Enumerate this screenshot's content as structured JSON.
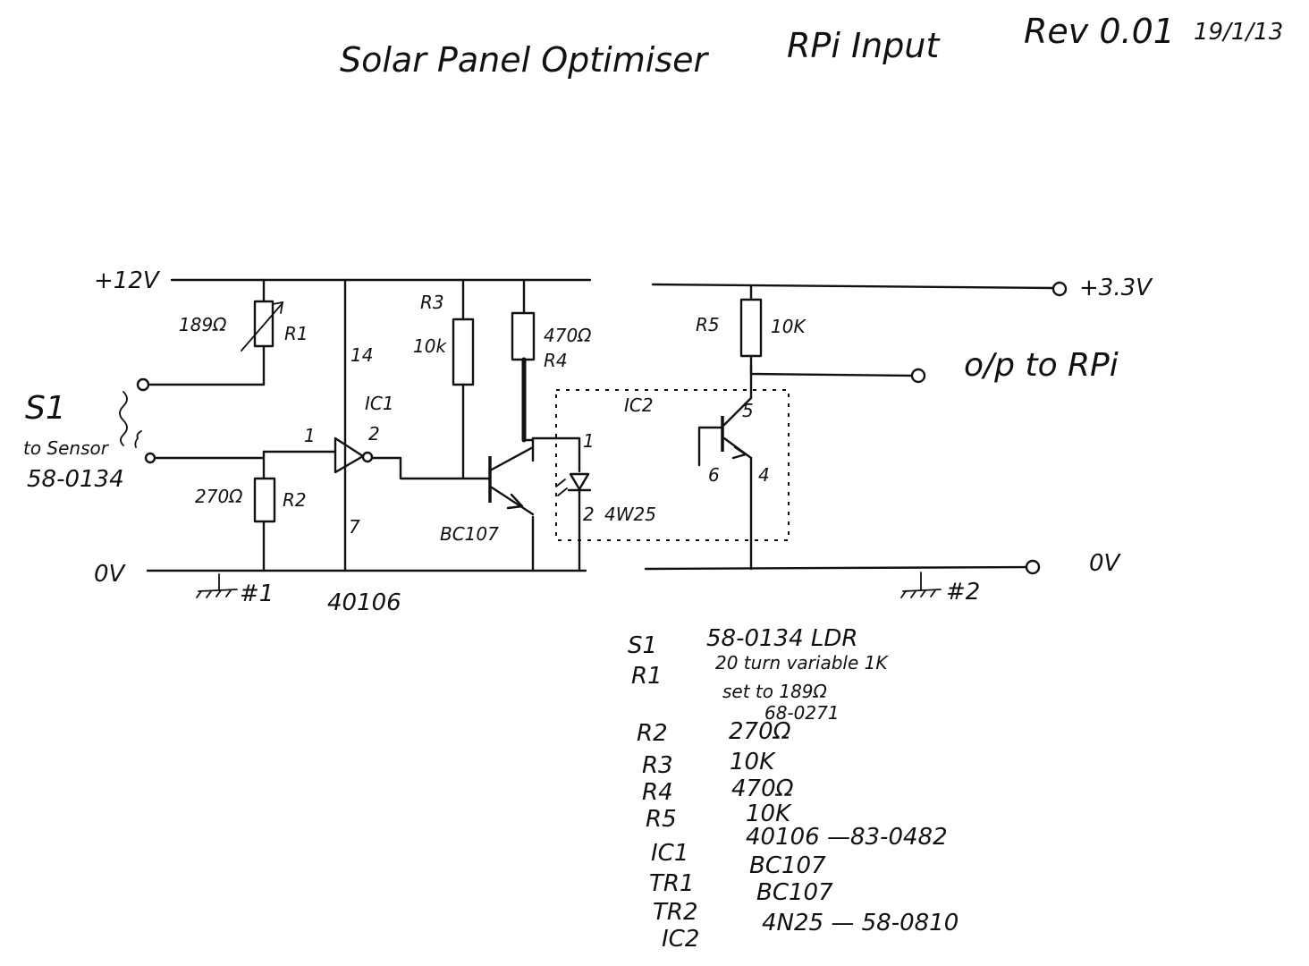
{
  "title": {
    "project": "Solar Panel Optimiser",
    "subtitle": "RPi Input",
    "revision": "Rev 0.01",
    "date": "19/1/13"
  },
  "rails": {
    "v12": "+12V",
    "v33": "+3.3V",
    "zero_left": "0V",
    "zero_right": "0V",
    "ground1": "#1",
    "ground2": "#2"
  },
  "sensor": {
    "ref": "S1",
    "note": "to Sensor",
    "part": "58-0134"
  },
  "r1": {
    "ref": "R1",
    "value": "189Ω"
  },
  "r2": {
    "ref": "R2",
    "value": "270Ω"
  },
  "r3": {
    "ref": "R3",
    "value": "10k"
  },
  "r4": {
    "ref": "R4",
    "value": "470Ω"
  },
  "r5": {
    "ref": "R5",
    "value": "10K"
  },
  "ic1": {
    "ref": "IC1",
    "part": "40106",
    "pin_vcc": "14",
    "pin_in": "1",
    "pin_out": "2",
    "pin_gnd": "7"
  },
  "tr1": {
    "part": "BC107"
  },
  "ic2": {
    "ref": "IC2",
    "part": "4W25",
    "pin1": "1",
    "pin2": "2",
    "pin4": "4",
    "pin5": "5",
    "pin6": "6"
  },
  "output": {
    "label": "o/p to RPi"
  },
  "parts_list": [
    {
      "ref": "S1",
      "desc": "58-0134  LDR"
    },
    {
      "ref": "R1",
      "desc": "20 turn variable 1K"
    },
    {
      "ref": "",
      "desc": "set to 189Ω"
    },
    {
      "ref": "",
      "desc": "68-0271"
    },
    {
      "ref": "R2",
      "desc": "270Ω"
    },
    {
      "ref": "R3",
      "desc": "10K"
    },
    {
      "ref": "R4",
      "desc": "470Ω"
    },
    {
      "ref": "R5",
      "desc": "10K"
    },
    {
      "ref": "IC1",
      "desc": "40106 —83-0482"
    },
    {
      "ref": "TR1",
      "desc": "BC107"
    },
    {
      "ref": "TR2",
      "desc": "BC107"
    },
    {
      "ref": "IC2",
      "desc": "4N25 — 58-0810"
    }
  ],
  "icons": {
    "resistor": "resistor-symbol",
    "variable_resistor": "variable-resistor-symbol",
    "inverter": "schmitt-inverter-symbol",
    "transistor": "npn-transistor-symbol",
    "led": "led-symbol",
    "terminal": "open-terminal-symbol",
    "ground": "ground-symbol"
  }
}
